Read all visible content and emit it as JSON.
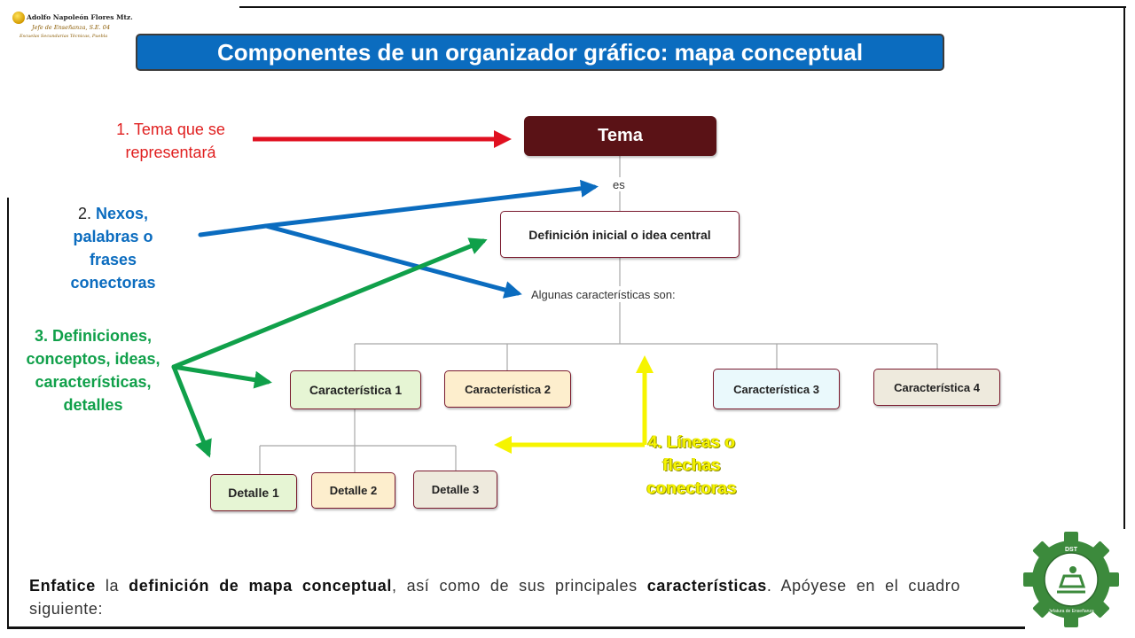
{
  "title": "Componentes de un organizador gráfico: mapa conceptual",
  "logo": {
    "line1": "Adolfo Napoleón Flores Mtz.",
    "line2": "Jefe de Enseñanza, S.E. 04",
    "line3": "Escuelas Secundarias Técnicas, Puebla"
  },
  "diagram": {
    "tema": "Tema",
    "connector_es": "es",
    "definicion": "Definición inicial o idea central",
    "connector_caracteristicas": "Algunas características son:",
    "caracteristicas": [
      "Característica 1",
      "Característica 2",
      "Característica 3",
      "Característica 4"
    ],
    "detalles": [
      "Detalle 1",
      "Detalle 2",
      "Detalle 3"
    ]
  },
  "labels": {
    "l1": "1. Tema que se representará",
    "l2_num": "2.",
    "l2_text": " Nexos, palabras o frases conectoras",
    "l3": "3. Definiciones, conceptos, ideas, características, detalles",
    "l4": "4. Líneas o flechas conectoras"
  },
  "bottom_text": {
    "w1": "Enfatice",
    "t1": " la ",
    "w2": "definición de mapa conceptual",
    "t2": ", así como de sus principales ",
    "w3": "características",
    "t3": ". Apóyese en el cuadro siguiente:"
  },
  "emblem": {
    "top_text": "DST",
    "bottom_text": "Jefatura de Enseñanza"
  },
  "colors": {
    "title_bg": "#0b6cbf",
    "tema_bg": "#5a1216",
    "red_arrow": "#e01020",
    "blue_arrow": "#0b6cbf",
    "green_arrow": "#10a04a",
    "yellow_arrow": "#f6f400",
    "emblem_green": "#3c8a3c"
  }
}
